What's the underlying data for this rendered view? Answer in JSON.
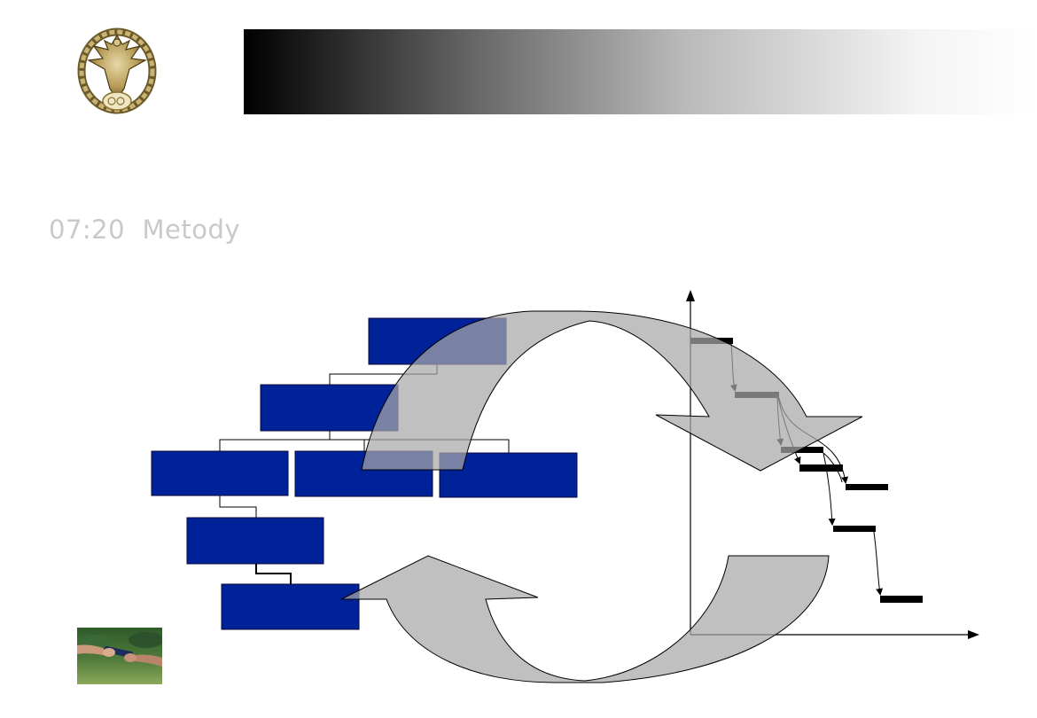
{
  "slide": {
    "title": "07:20  Metody"
  },
  "icons": {
    "emblem": "military-eagle-emblem",
    "photo": "relay-baton-handoff-photo"
  },
  "colors": {
    "box_fill": "#002299",
    "arrow_fill": "#a8a8a8",
    "gantt_bar": "#000000",
    "title_text": "#c9c9c9"
  },
  "diagram": {
    "hierarchy_boxes": [
      "",
      "",
      "",
      "",
      "",
      "",
      ""
    ],
    "cycle_arrows": [
      "cycle-arrow-top",
      "cycle-arrow-bottom"
    ],
    "gantt_tasks": 7
  }
}
